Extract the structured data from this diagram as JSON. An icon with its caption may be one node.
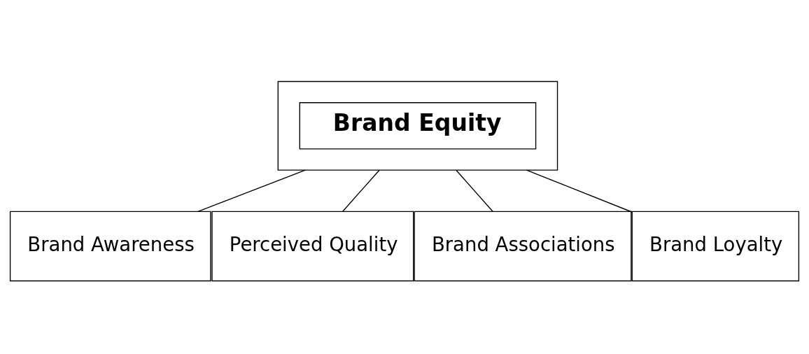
{
  "diagram": {
    "nodes": [
      {
        "text": [],
        "shape": "box"
      },
      {
        "text": [
          "Brand Equity"
        ],
        "in": 0
      },
      {
        "text": [
          "Brand Awareness"
        ]
      },
      {
        "text": [
          "Perceived Quality"
        ]
      },
      {
        "text": [
          "Brand Associations"
        ]
      },
      {
        "text": [
          "Brand Loyalty"
        ]
      }
    ],
    "edges": [
      {
        "from": 0,
        "to": 2,
        "arrow": "none"
      },
      {
        "from": 0,
        "to": 3,
        "arrow": "none"
      },
      {
        "from": 0,
        "to": 4,
        "arrow": "none"
      },
      {
        "from": 0,
        "to": 5,
        "arrow": "none"
      }
    ]
  }
}
